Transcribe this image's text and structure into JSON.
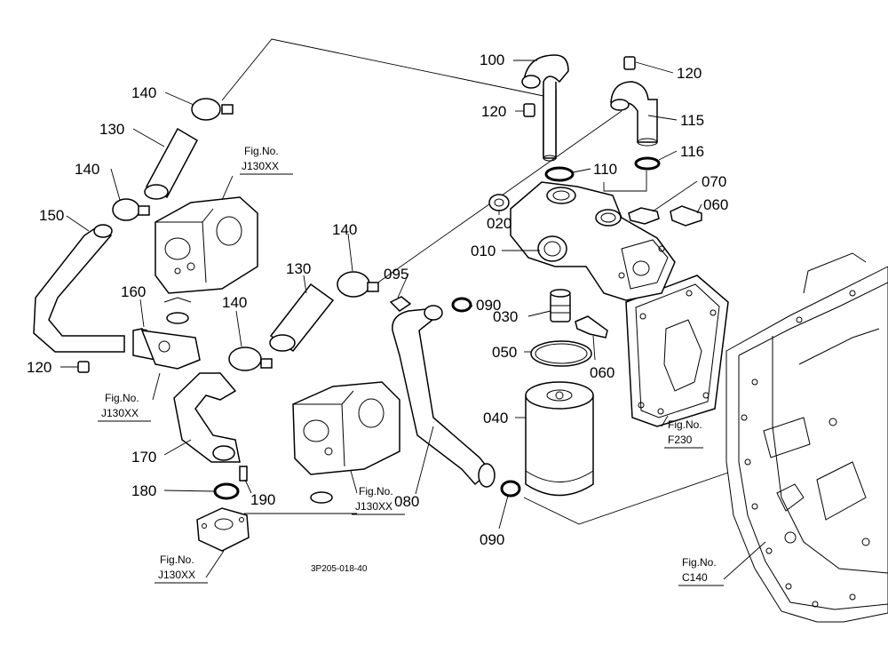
{
  "callouts": [
    {
      "id": "c100",
      "text": "100"
    },
    {
      "id": "c120a",
      "text": "120"
    },
    {
      "id": "c115",
      "text": "115"
    },
    {
      "id": "c140a",
      "text": "140"
    },
    {
      "id": "c130a",
      "text": "130"
    },
    {
      "id": "c120b",
      "text": "120"
    },
    {
      "id": "c110",
      "text": "110"
    },
    {
      "id": "c116",
      "text": "116"
    },
    {
      "id": "c140b",
      "text": "140"
    },
    {
      "id": "c070",
      "text": "070"
    },
    {
      "id": "c060a",
      "text": "060"
    },
    {
      "id": "c020",
      "text": "020"
    },
    {
      "id": "c150",
      "text": "150"
    },
    {
      "id": "c010",
      "text": "010"
    },
    {
      "id": "c140c",
      "text": "140"
    },
    {
      "id": "c130b",
      "text": "130"
    },
    {
      "id": "c095",
      "text": "095"
    },
    {
      "id": "c160",
      "text": "160"
    },
    {
      "id": "c090a",
      "text": "090"
    },
    {
      "id": "c140d",
      "text": "140"
    },
    {
      "id": "c030",
      "text": "030"
    },
    {
      "id": "c050",
      "text": "050"
    },
    {
      "id": "c120c",
      "text": "120"
    },
    {
      "id": "c060b",
      "text": "060"
    },
    {
      "id": "c040",
      "text": "040"
    },
    {
      "id": "c170",
      "text": "170"
    },
    {
      "id": "c180",
      "text": "180"
    },
    {
      "id": "c190",
      "text": "190"
    },
    {
      "id": "c080",
      "text": "080"
    },
    {
      "id": "c090b",
      "text": "090"
    }
  ],
  "figure_refs": [
    {
      "id": "r1",
      "line1": "Fig.No.",
      "line2": "J130XX"
    },
    {
      "id": "r2",
      "line1": "Fig.No.",
      "line2": "J130XX"
    },
    {
      "id": "r3",
      "line1": "Fig.No.",
      "line2": "J130XX"
    },
    {
      "id": "r4",
      "line1": "Fig.No.",
      "line2": "J130XX"
    },
    {
      "id": "r5",
      "line1": "Fig.No.",
      "line2": "F230"
    },
    {
      "id": "r6",
      "line1": "Fig.No.",
      "line2": "C140"
    }
  ],
  "drawing_code": "3P205-018-40"
}
